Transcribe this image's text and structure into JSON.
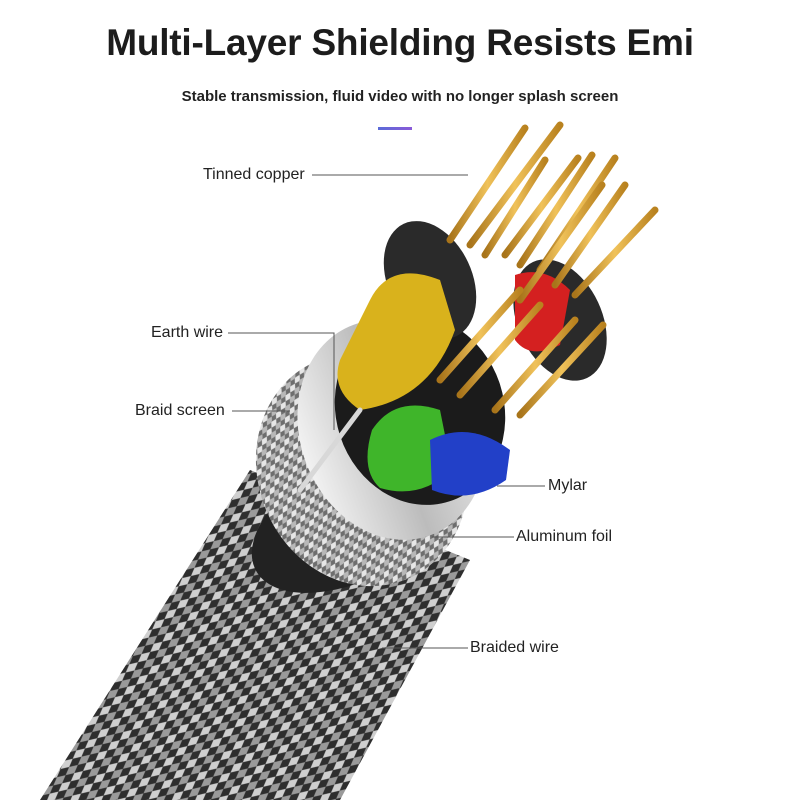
{
  "header": {
    "title": "Multi-Layer Shielding Resists Emi",
    "subtitle": "Stable transmission, fluid video with no longer splash screen"
  },
  "labels": {
    "tinned_copper": "Tinned copper",
    "earth_wire": "Earth wire",
    "braid_screen": "Braid screen",
    "mylar": "Mylar",
    "aluminum_foil": "Aluminum foil",
    "braided_wire": "Braided wire"
  },
  "colors": {
    "accent": "#6a63d8",
    "wire_yellow": "#d9b21c",
    "wire_green": "#3fb52a",
    "wire_blue": "#2240c8",
    "wire_red": "#d42020",
    "copper": "#d9a441",
    "jacket": "#3a3a3a"
  }
}
